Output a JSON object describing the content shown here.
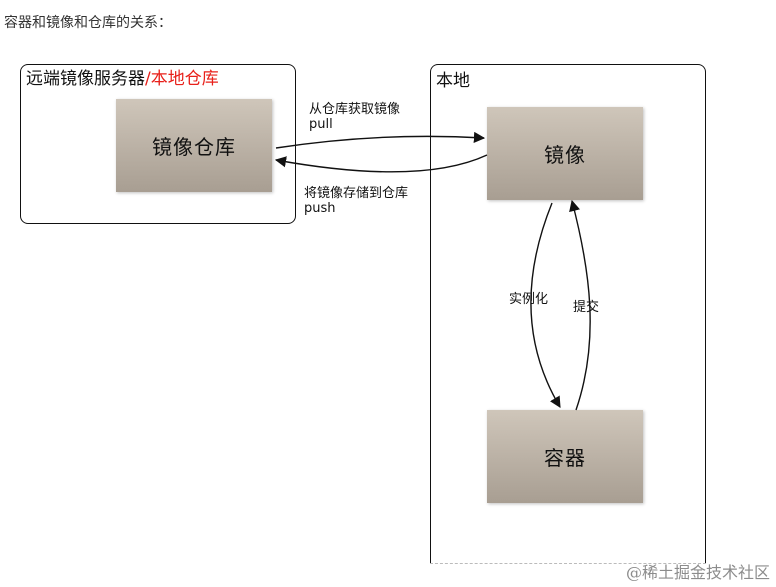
{
  "intro_text": "容器和镜像和仓库的关系：",
  "remote_frame": {
    "title_main": "远端镜像服务器",
    "title_accent": "/本地仓库",
    "accent_color": "#e8201a"
  },
  "local_frame": {
    "title": "本地"
  },
  "boxes": {
    "registry": "镜像仓库",
    "image": "镜像",
    "container": "容器"
  },
  "edges": {
    "pull": {
      "label_cn": "从仓库获取镜像",
      "label_en": "pull"
    },
    "push": {
      "label_cn": "将镜像存储到仓库",
      "label_en": "push"
    },
    "instantiate": {
      "label": "实例化"
    },
    "commit": {
      "label": "提交"
    }
  },
  "watermark": "@稀土掘金技术社区"
}
